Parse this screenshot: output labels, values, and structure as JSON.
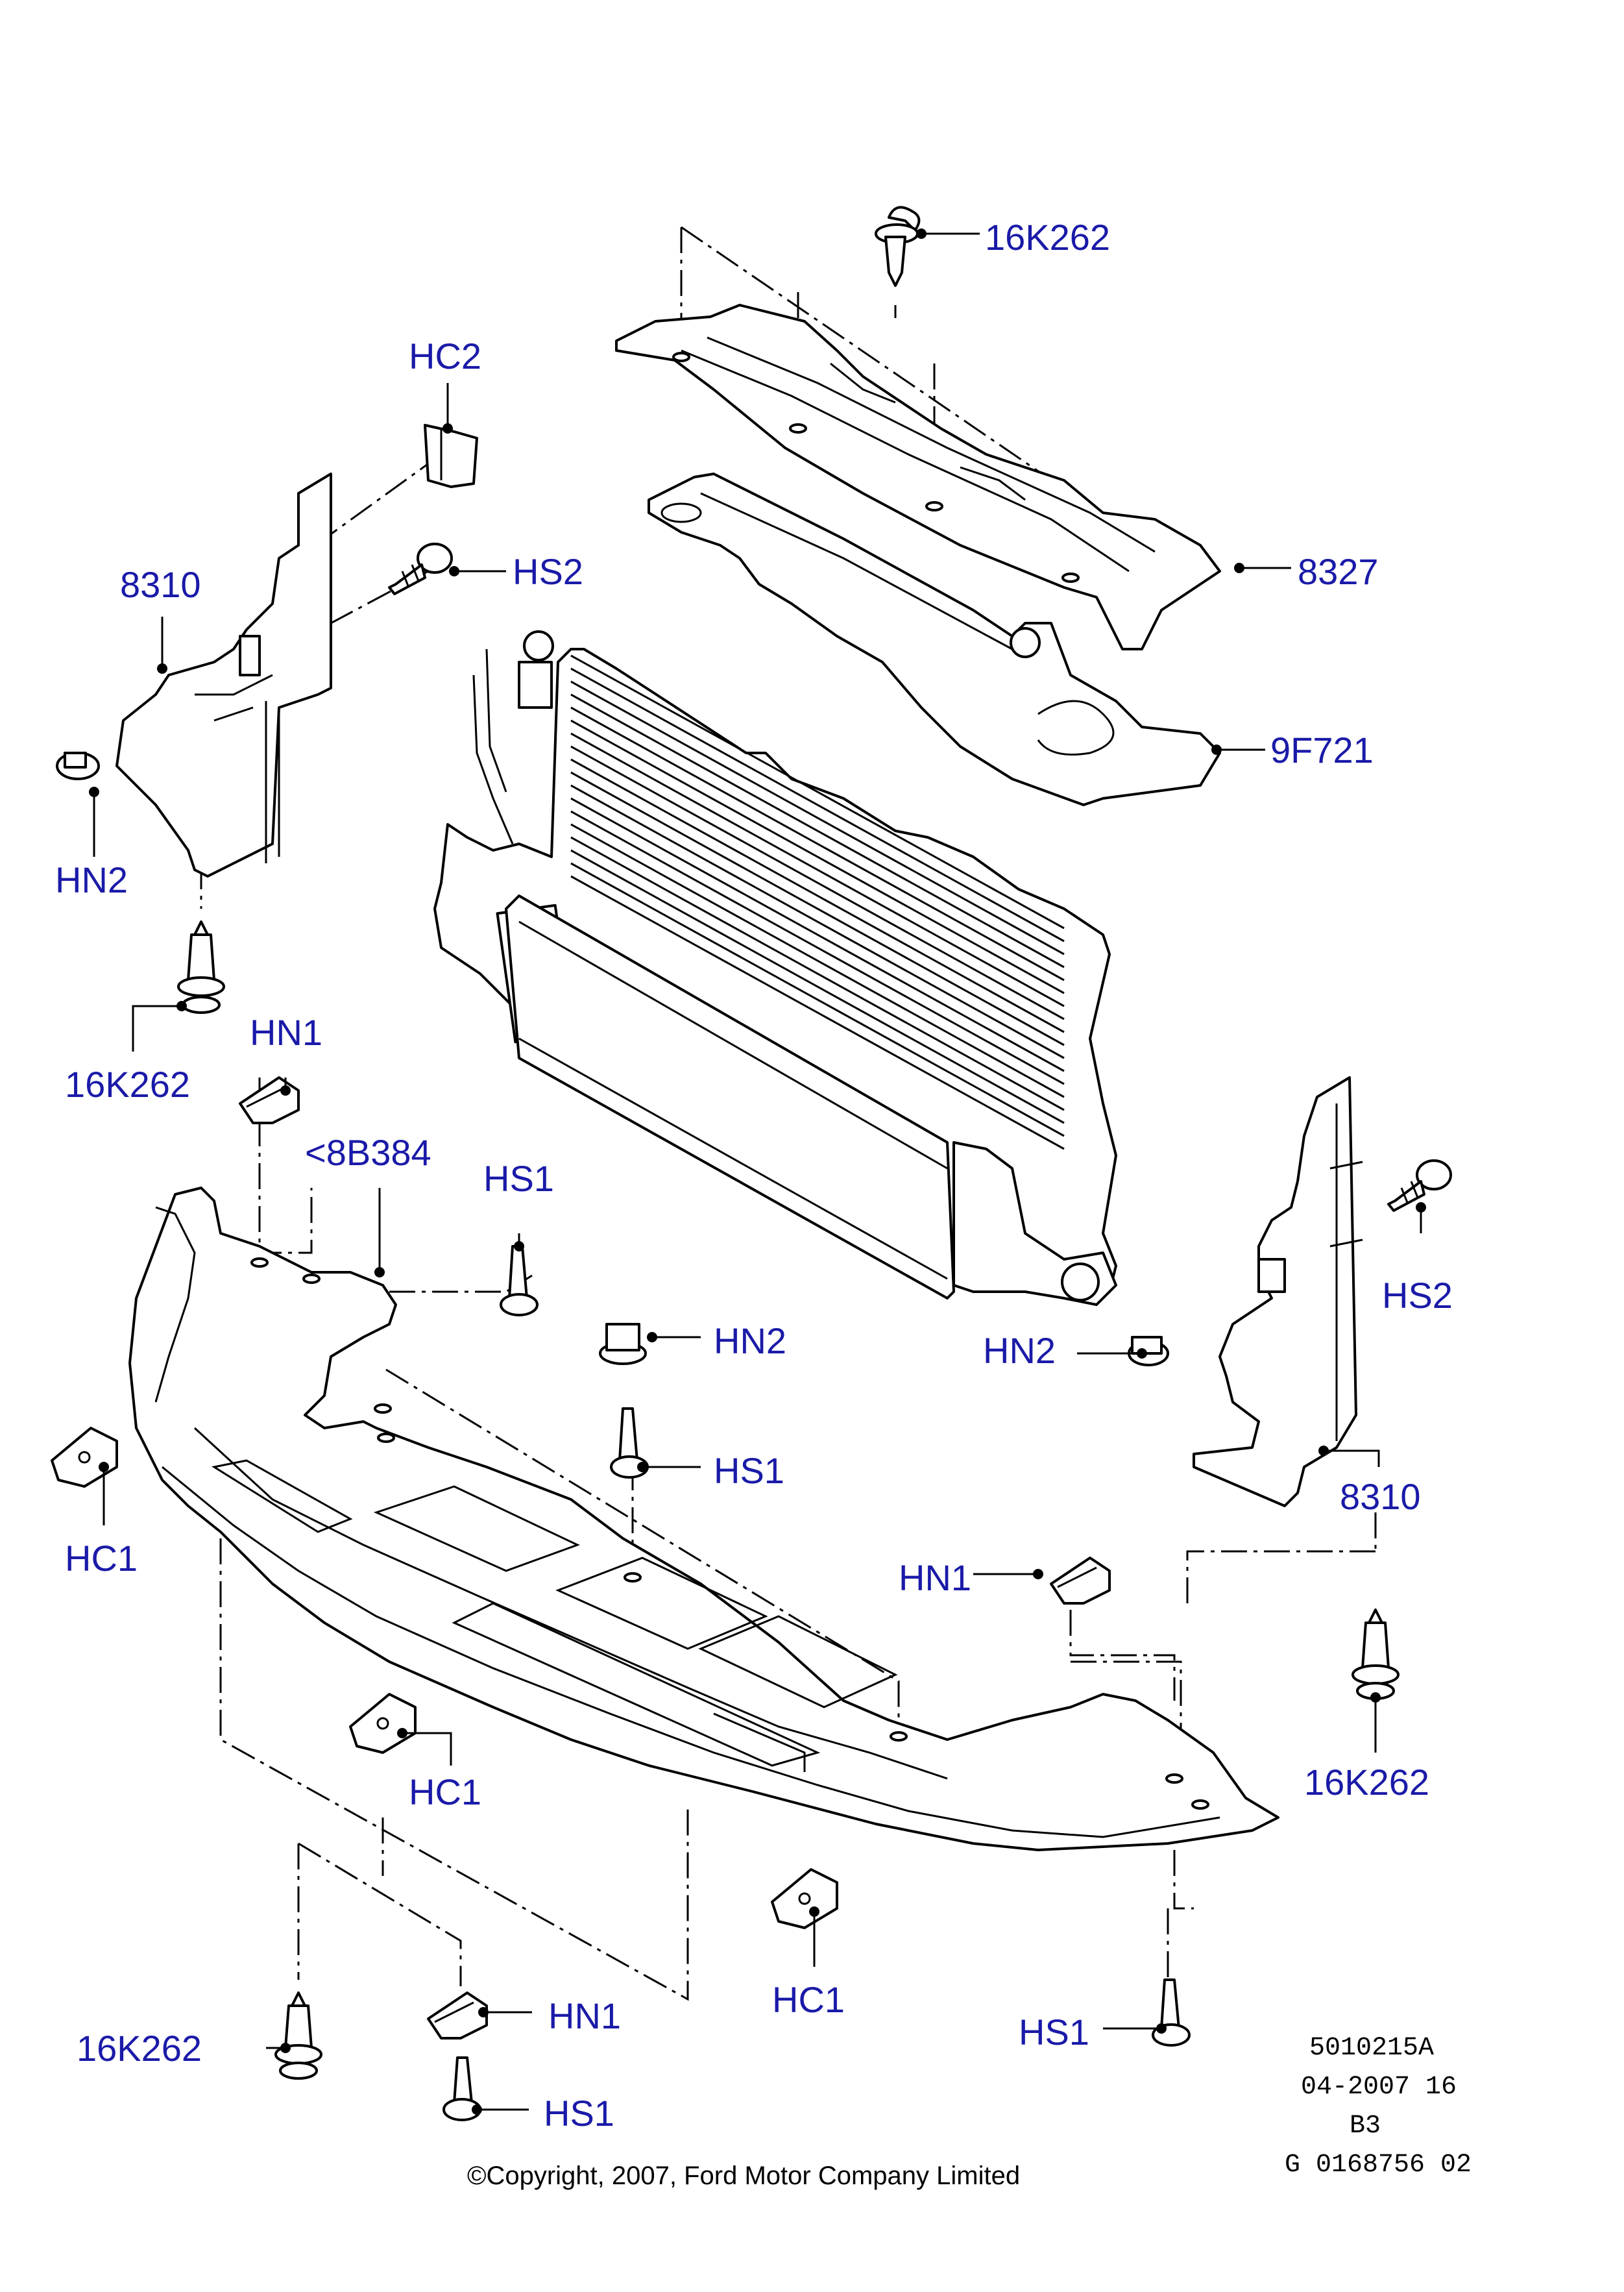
{
  "callouts": {
    "c_16k262_top": "16K262",
    "c_hc2": "HC2",
    "c_hs2_left": "HS2",
    "c_8310_left": "8310",
    "c_8327": "8327",
    "c_9f721": "9F721",
    "c_hn2_left": "HN2",
    "c_16k262_left": "16K262",
    "c_hn1_upper": "HN1",
    "c_8b384": "<8B384",
    "c_hs1_upper": "HS1",
    "c_hs2_right": "HS2",
    "c_hn2_center": "HN2",
    "c_hn2_right": "HN2",
    "c_hs1_center": "HS1",
    "c_hc1_left": "HC1",
    "c_8310_right": "8310",
    "c_hn1_right": "HN1",
    "c_16k262_right": "16K262",
    "c_hc1_mid": "HC1",
    "c_hc1_low": "HC1",
    "c_16k262_bottom": "16K262",
    "c_hn1_bottom": "HN1",
    "c_hs1_right": "HS1",
    "c_hs1_bottom": "HS1"
  },
  "meta": {
    "line1": "5010215A",
    "line2": "04-2007 16",
    "line3": "B3",
    "line4": "G 0168756 02"
  },
  "copyright": "©Copyright, 2007, Ford Motor Company Limited"
}
